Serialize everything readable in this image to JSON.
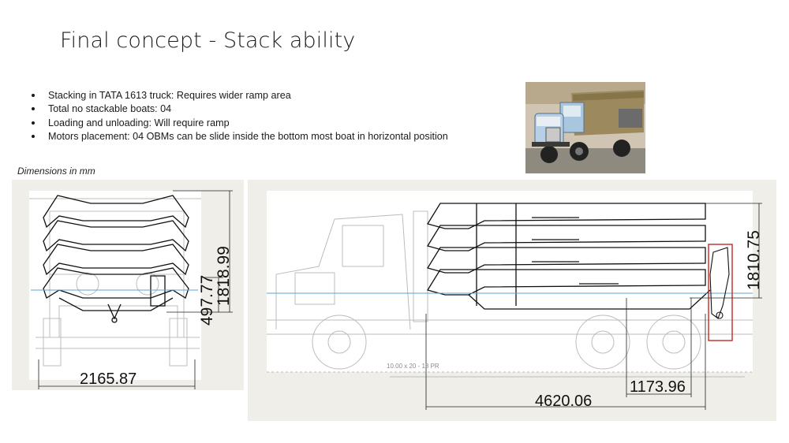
{
  "slide": {
    "title": "Final concept - Stack ability",
    "bullets": [
      "Stacking in TATA 1613 truck: Requires wider ramp area",
      "Total no stackable boats: 04",
      "Loading and unloading: Will require ramp",
      "Motors placement: 04 OBMs can be slide inside the bottom most boat in horizontal position"
    ],
    "dimensions_caption": "Dimensions in mm"
  },
  "front_view": {
    "width_dim": "2165.87",
    "height_dim": "1818.99",
    "lower_dim": "497.77"
  },
  "side_view": {
    "height_dim": "1810.75",
    "overhang_dim": "1173.96",
    "length_dim": "4620.06",
    "drawing_scale_text": "10.00 x 20 - 18 PR"
  },
  "colors": {
    "panel_bg": "#efeee8",
    "drawing_line": "#b9b9b9",
    "boat_line": "#111111",
    "motor_box": "#c62828",
    "water_line": "#5aa3d6"
  }
}
